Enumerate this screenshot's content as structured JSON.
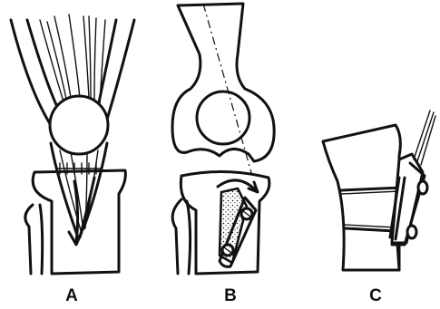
{
  "panels": [
    {
      "label": "A"
    },
    {
      "label": "B"
    },
    {
      "label": "C"
    }
  ],
  "colors": {
    "ink": "#111111",
    "paper": "#ffffff"
  }
}
